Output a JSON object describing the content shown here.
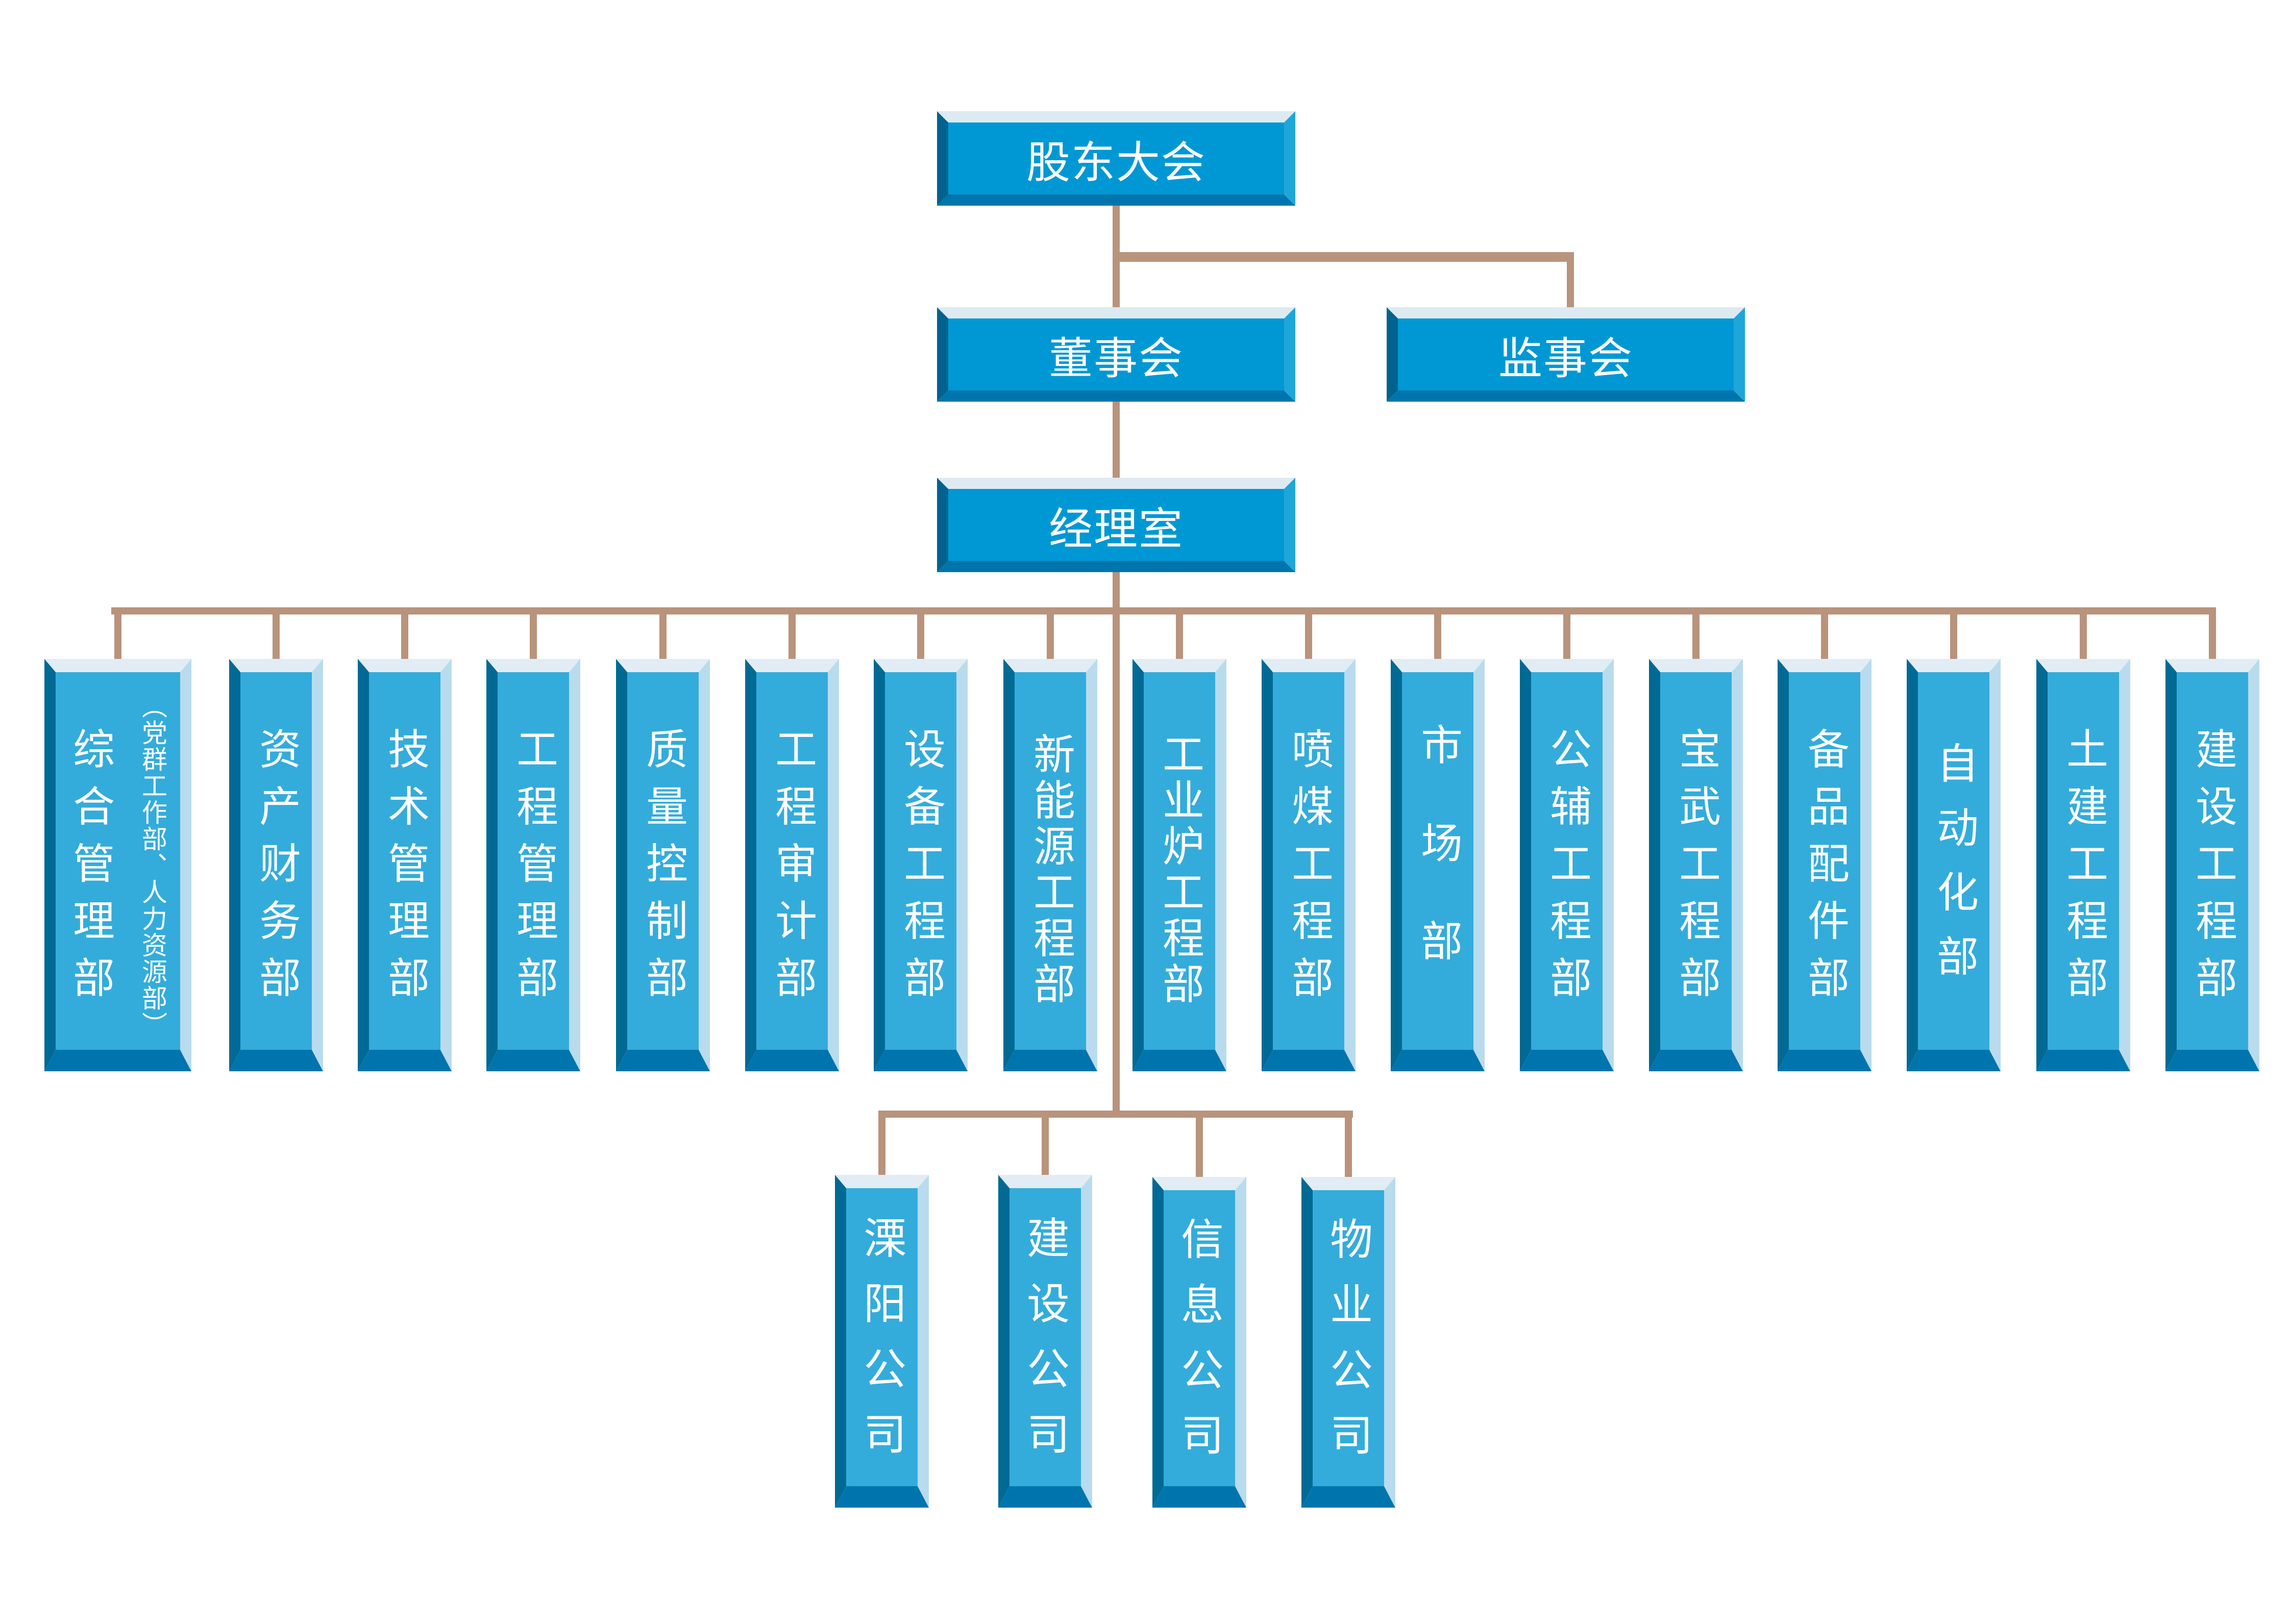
{
  "colors": {
    "connector": "#b9937c",
    "top_box_face": "#0098d4",
    "top_box_top_bevel": "#deeaf1",
    "top_box_left_bevel": "#00638f",
    "top_box_bottom_bevel": "#0075ad",
    "top_box_right_bevel": "#1ea6d9",
    "unit_box_face": "#33acdb",
    "unit_box_top_bevel": "#e2ecf4",
    "unit_box_left_bevel": "#006a94",
    "unit_box_bottom_bevel": "#0075ad",
    "unit_box_right_bevel": "#b9dbee",
    "text": "#ffffff"
  },
  "governance": {
    "shareholders_meeting": "股东大会",
    "board_of_directors": "董事会",
    "board_of_supervisors": "监事会",
    "managers_office": "经理室"
  },
  "departments": [
    {
      "name": "综合管理部",
      "note": "（党群工作部、人力资源部）"
    },
    {
      "name": "资产财务部"
    },
    {
      "name": "技术管理部"
    },
    {
      "name": "工程管理部"
    },
    {
      "name": "质量控制部"
    },
    {
      "name": "工程审计部"
    },
    {
      "name": "设备工程部"
    },
    {
      "name": "新能源工程部"
    },
    {
      "name": "工业炉工程部"
    },
    {
      "name": "喷煤工程部"
    },
    {
      "name": "市场部"
    },
    {
      "name": "公辅工程部"
    },
    {
      "name": "宝武工程部"
    },
    {
      "name": "备品配件部"
    },
    {
      "name": "自动化部"
    },
    {
      "name": "土建工程部"
    },
    {
      "name": "建设工程部"
    }
  ],
  "subsidiaries": [
    {
      "name": "溧阳公司"
    },
    {
      "name": "建设公司"
    },
    {
      "name": "信息公司"
    },
    {
      "name": "物业公司"
    }
  ]
}
